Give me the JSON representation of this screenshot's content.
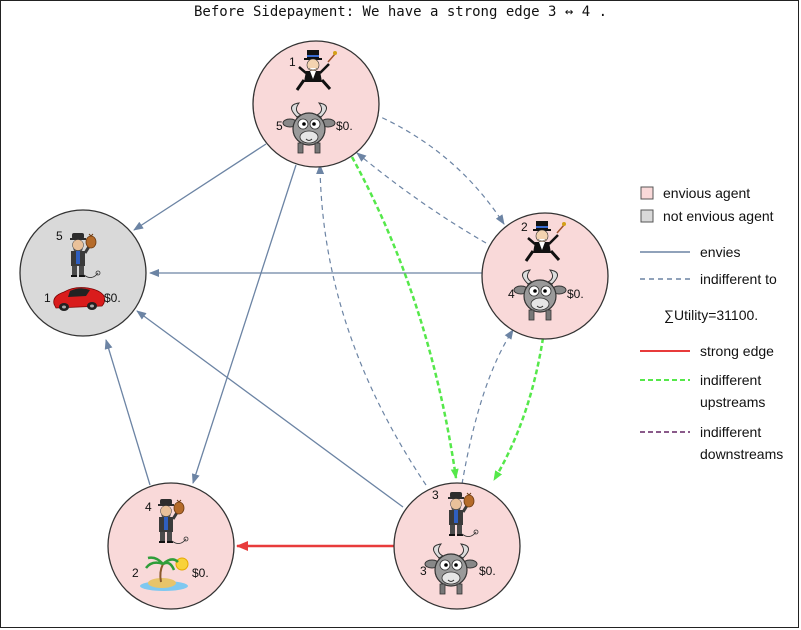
{
  "title": "Before Sidepayment: We have a strong edge  3 ↔ 4 .",
  "legend": {
    "envious": "envious agent",
    "not_envious": "not envious agent",
    "envies": "envies",
    "indifferent": "indifferent to",
    "utility": "∑Utility=31100.",
    "strong": "strong edge",
    "up1": "indifferent",
    "up2": "upstreams",
    "down1": "indifferent",
    "down2": "downstreams"
  },
  "colors": {
    "envious_fill": "#f9d9d9",
    "not_envious_fill": "#d9d9d9",
    "envies_edge": "#6c84a4",
    "strong_edge": "#e83b3b",
    "upstream_edge": "#55e84a",
    "downstream_edge": "#8a5a8a"
  },
  "nodes": [
    {
      "id": "top",
      "agent_num": "1",
      "good_num": "5",
      "money": "$0.",
      "envious": true,
      "agent_icon": "tycoon-icon",
      "good_icon": "goat-icon"
    },
    {
      "id": "right",
      "agent_num": "2",
      "good_num": "4",
      "money": "$0.",
      "envious": true,
      "agent_icon": "tycoon-icon",
      "good_icon": "goat-icon"
    },
    {
      "id": "left",
      "agent_num": "5",
      "good_num": "1",
      "money": "$0.",
      "envious": false,
      "agent_icon": "hobo-icon",
      "good_icon": "car-icon"
    },
    {
      "id": "bottomleft",
      "agent_num": "4",
      "good_num": "2",
      "money": "$0.",
      "envious": true,
      "agent_icon": "hobo-icon",
      "good_icon": "island-icon"
    },
    {
      "id": "bottomright",
      "agent_num": "3",
      "good_num": "3",
      "money": "$0.",
      "envious": true,
      "agent_icon": "hobo-icon",
      "good_icon": "goat-icon"
    }
  ]
}
